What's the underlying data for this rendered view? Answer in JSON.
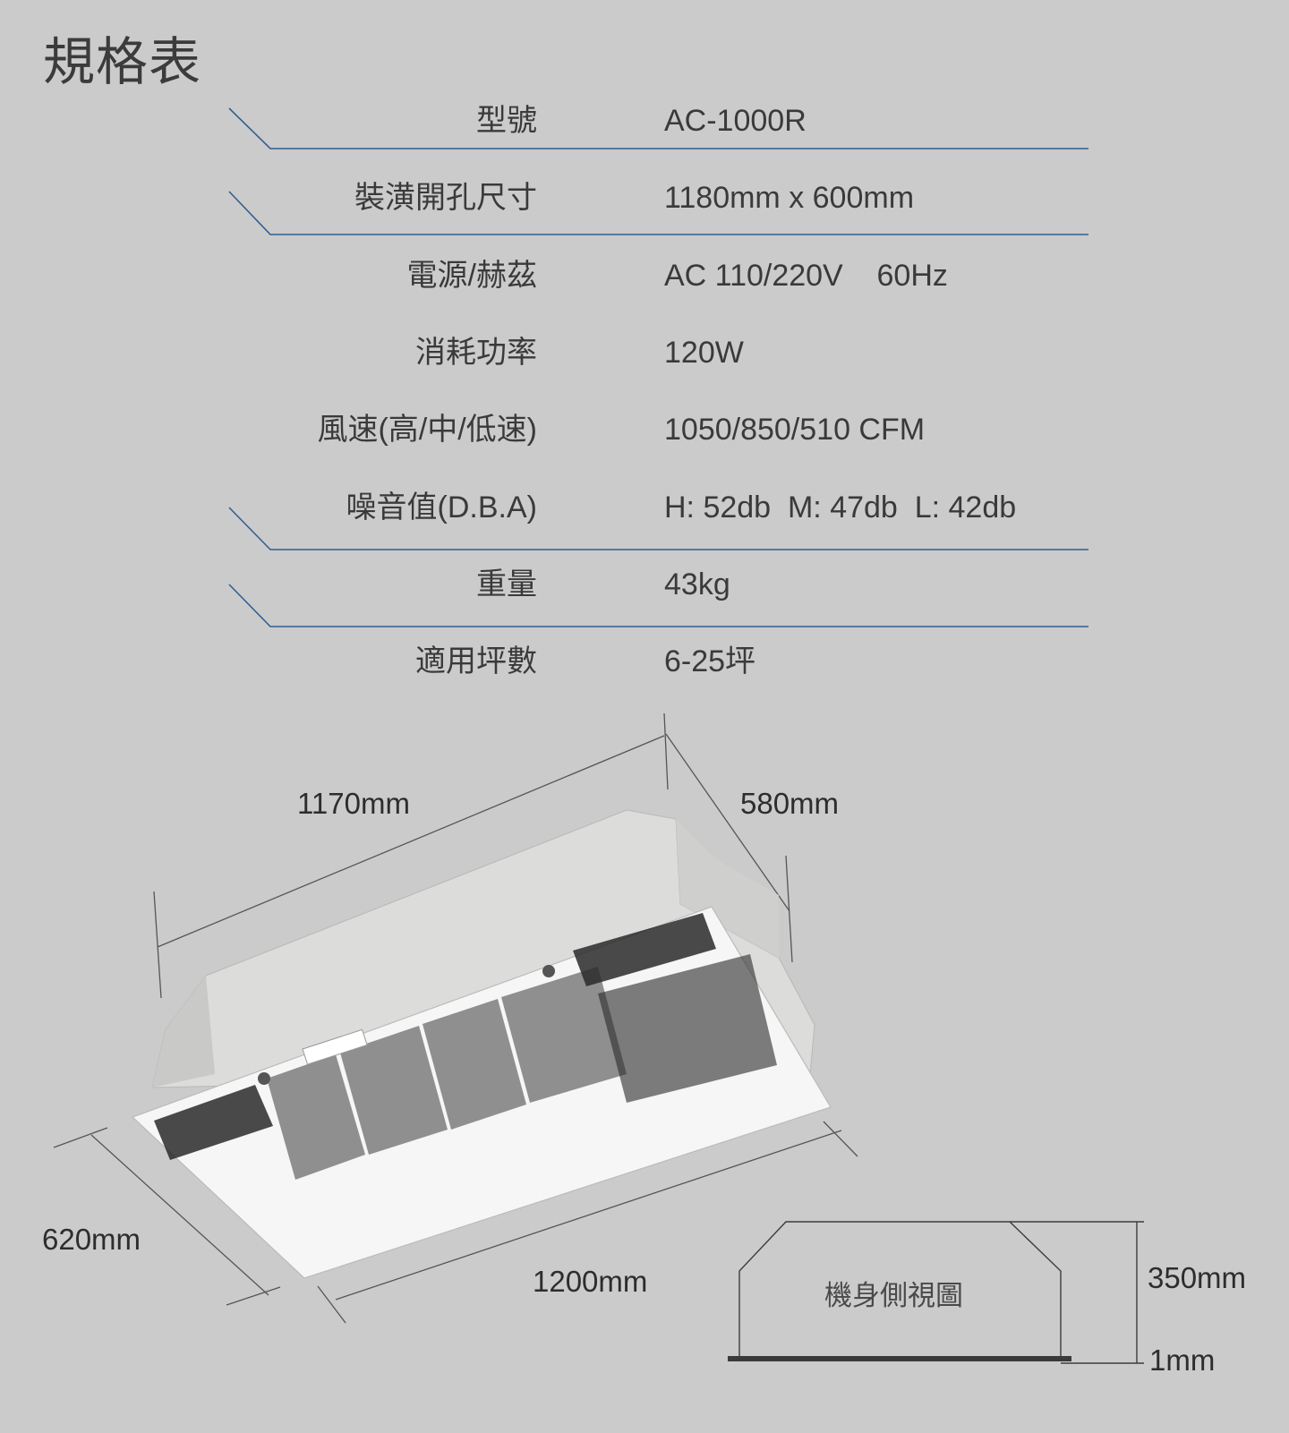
{
  "title": "規格表",
  "specs": [
    {
      "label": "型號",
      "value": "AC-1000R"
    },
    {
      "label": "裝潢開孔尺寸",
      "value": "1180mm x 600mm"
    },
    {
      "label": "電源/赫茲",
      "value": "AC 110/220V    60Hz"
    },
    {
      "label": "消耗功率",
      "value": "120W"
    },
    {
      "label": "風速(高/中/低速)",
      "value": "1050/850/510 CFM"
    },
    {
      "label": "噪音值(D.B.A)",
      "value": "H: 52db  M: 47db  L: 42db"
    },
    {
      "label": "重量",
      "value": "43kg"
    },
    {
      "label": "適用坪數",
      "value": "6-25坪"
    }
  ],
  "dimensions": {
    "top_length": "1170mm",
    "top_depth": "580mm",
    "panel_depth": "620mm",
    "panel_length": "1200mm",
    "height": "350mm",
    "panel_thickness": "1mm"
  },
  "side_view_label": "機身側視圖",
  "colors": {
    "background": "#cbcbcb",
    "divider": "#2f5f8f",
    "text": "#3a3a3a",
    "panel": "#f4f4f4",
    "grille": "#2a2a2a",
    "housing": "#dcdcda"
  }
}
